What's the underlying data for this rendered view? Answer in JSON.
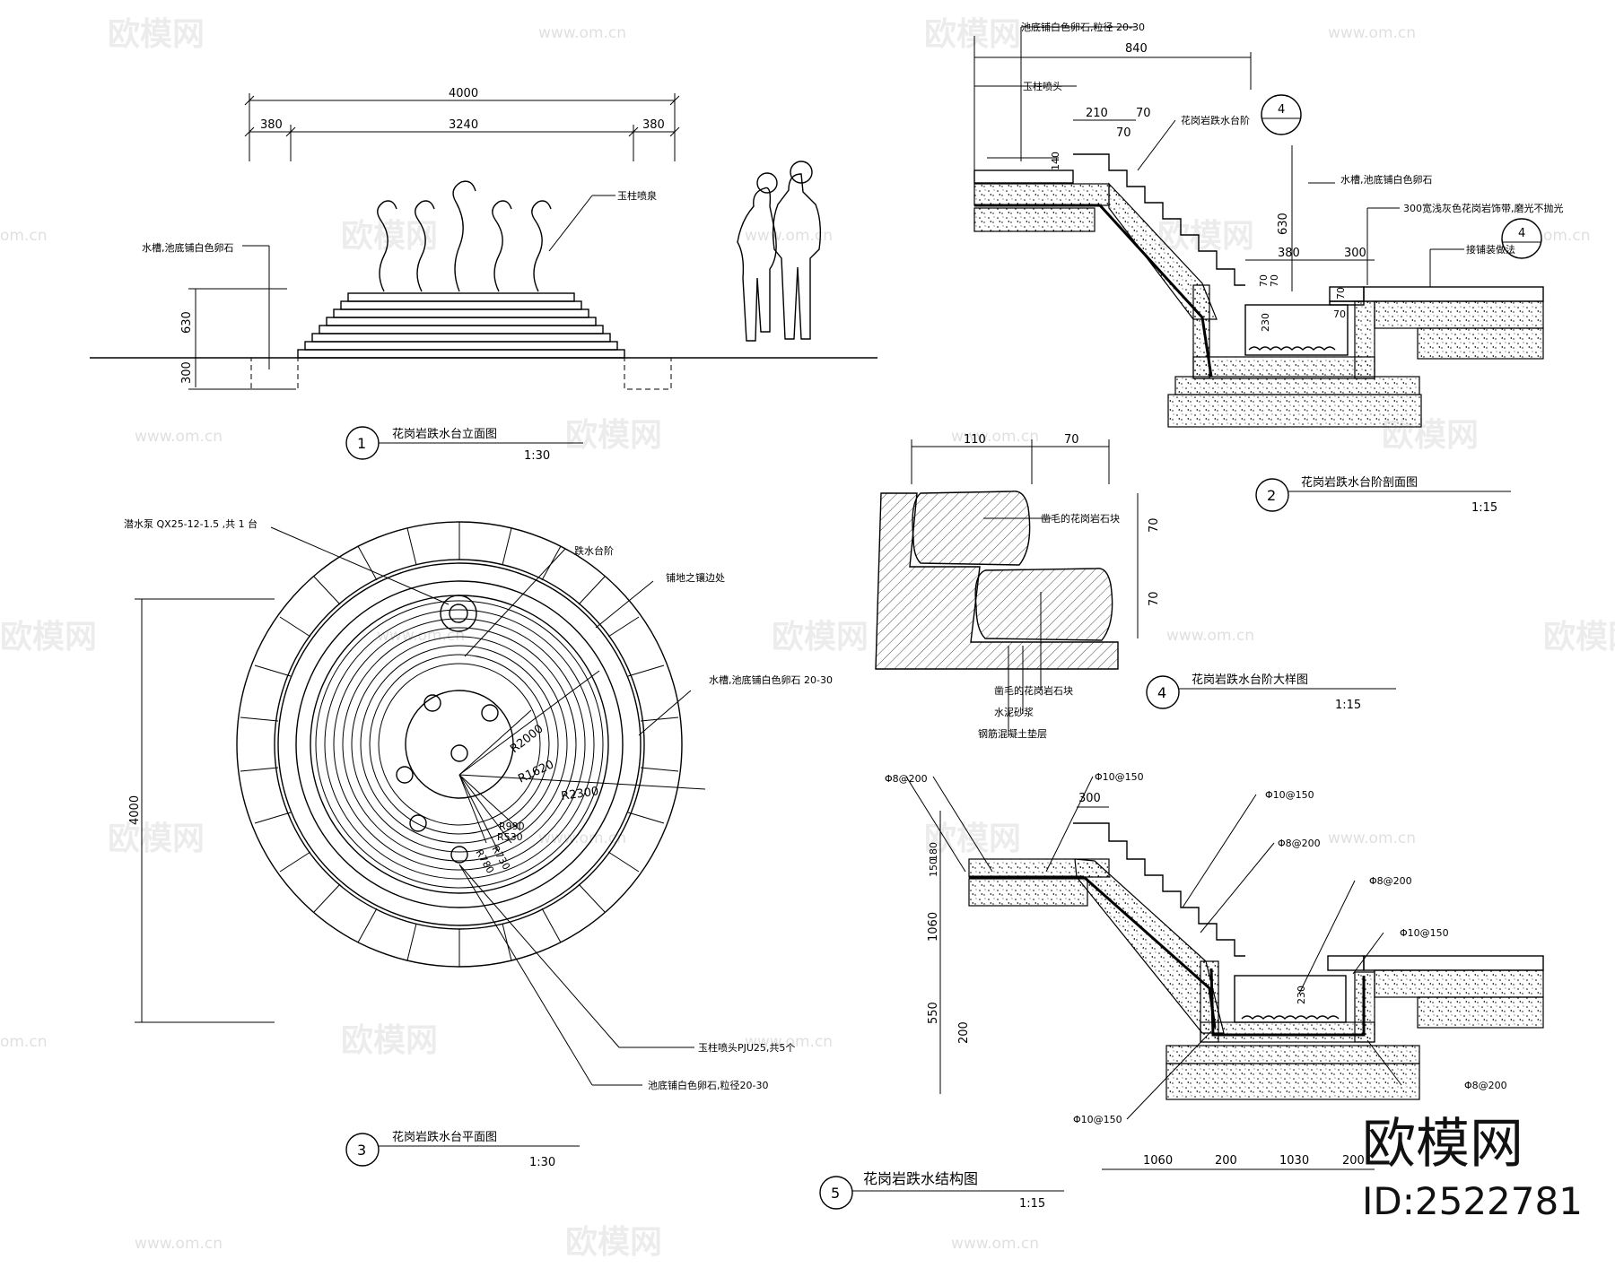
{
  "watermark": {
    "brand": "欧模网",
    "url": "www.om.cn",
    "url_short": "om.cn",
    "id": "ID:2522781"
  },
  "view1": {
    "number": "1",
    "title": "花岗岩跌水台立面图",
    "scale": "1:30",
    "dims": {
      "total": "4000",
      "left": "380",
      "mid": "3240",
      "right": "380",
      "h1": "630",
      "h2": "300"
    },
    "labels": {
      "nozzle": "玉柱喷泉",
      "trough": "水槽,池底铺白色卵石"
    }
  },
  "view2": {
    "number": "2",
    "title": "花岗岩跌水台阶剖面图",
    "scale": "1:15",
    "dims": {
      "d840": "840",
      "d210": "210",
      "d70a": "70",
      "d70b": "70",
      "d140": "140",
      "d630": "630",
      "d380": "380",
      "d300": "300",
      "d70c": "70",
      "d70d": "70",
      "d230": "230",
      "d70e": "70",
      "d70f": "70"
    },
    "labels": {
      "pebble": "池底铺白色卵石,粒径 20-30",
      "nozzle": "玉柱喷头",
      "step": "花岗岩跌水台阶",
      "trough": "水槽,池底铺白色卵石",
      "band": "300宽浅灰色花岗岩饰带,磨光不抛光",
      "paving": "接铺装做法"
    },
    "callout": {
      "num": "4",
      "sheet": "—"
    }
  },
  "view3": {
    "number": "3",
    "title": "花岗岩跌水台平面图",
    "scale": "1:30",
    "dims": {
      "dia": "4000",
      "r2000": "R2000",
      "r1620": "R1620",
      "r2300": "R2300",
      "r990": "R990",
      "r730": "R730",
      "r530": "R530",
      "r780": "R780"
    },
    "labels": {
      "pump": "潜水泵 QX25-12-1.5 ,共 1 台",
      "step": "跌水台阶",
      "edge": "铺地之镶边处",
      "trough": "水槽,池底铺白色卵石 20-30",
      "nozzle": "玉柱喷头PJU25,共5个",
      "pebble": "池底铺白色卵石,粒径20-30"
    }
  },
  "view4": {
    "number": "4",
    "title": "花岗岩跌水台阶大样图",
    "scale": "1:15",
    "dims": {
      "w110": "110",
      "w70": "70",
      "h70a": "70",
      "h70b": "70"
    },
    "labels": {
      "stone1": "凿毛的花岗岩石块",
      "stone2": "凿毛的花岗岩石块",
      "mortar": "水泥砂浆",
      "concrete": "钢筋混凝土垫层"
    }
  },
  "view5": {
    "number": "5",
    "title": "花岗岩跌水结构图",
    "scale": "1:15",
    "rebar": {
      "a": "Φ8@200",
      "b": "Φ10@150",
      "c": "Φ10@150",
      "d": "Φ8@200",
      "e": "Φ8@200",
      "f": "Φ10@150",
      "g": "Φ8@200",
      "h": "Φ10@150"
    },
    "dims": {
      "d300": "300",
      "d180": "180",
      "d150": "150",
      "d1060v": "1060",
      "d550": "550",
      "d200v": "200",
      "d230": "230",
      "b1060": "1060",
      "b200a": "200",
      "b1030": "1030",
      "b200b": "200"
    }
  }
}
